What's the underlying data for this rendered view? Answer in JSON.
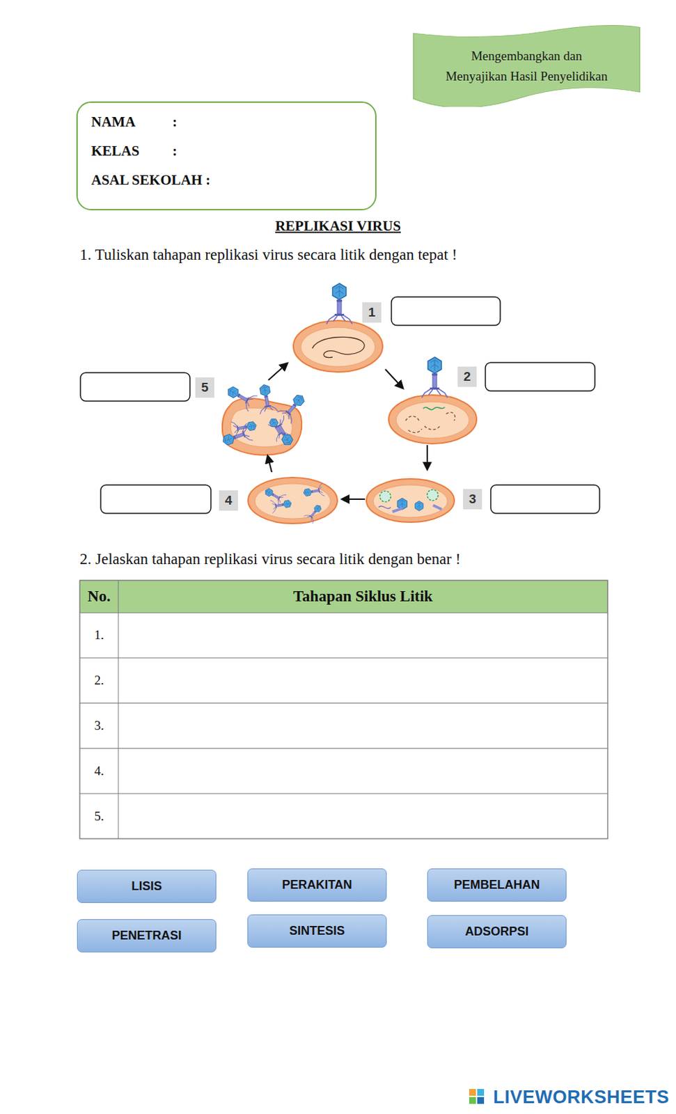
{
  "diagram": {
    "title": "REPLIKASI VIRUS",
    "nodes": [
      {
        "text": [
          "Mengembangkan dan Menyajikan Hasil Penyelidikan"
        ]
      },
      {
        "text": [
          "NAMA",
          ":",
          "KELAS",
          ":",
          "ASAL SEKOLAH :"
        ]
      },
      {
        "text": [
          "LISIS"
        ]
      },
      {
        "text": [
          "PERAKITAN"
        ]
      },
      {
        "text": [
          "PEMBELAHAN"
        ]
      },
      {
        "text": [
          "PENETRASI"
        ]
      },
      {
        "text": [
          "SINTESIS"
        ]
      },
      {
        "text": [
          "ADSORPSI"
        ]
      }
    ],
    "labels": [
      "1. Tuliskan tahapan replikasi virus secara litik dengan tepat !",
      "1",
      "2",
      "3",
      "4",
      "5",
      "2. Jelaskan tahapan replikasi virus secara litik dengan benar !",
      "No.",
      "Tahapan Siklus Litik",
      "1.",
      "2.",
      "3.",
      "4.",
      "5.",
      "LIVEWORKSHEETS"
    ]
  }
}
